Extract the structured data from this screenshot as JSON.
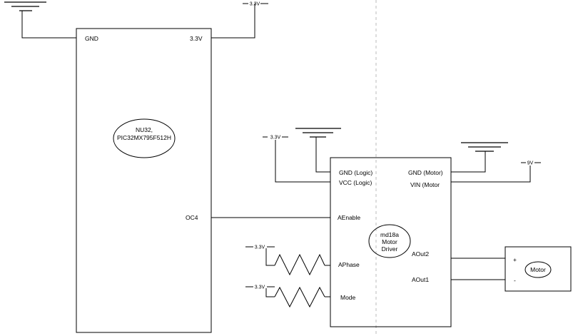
{
  "mcu": {
    "gnd_pin": "GND",
    "v33_pin": "3.3V",
    "oc4_pin": "OC4",
    "name_line1": "NU32,",
    "name_line2": "PIC32MX795F512H"
  },
  "driver": {
    "gnd_logic": "GND (Logic)",
    "vcc_logic": "VCC (Logic)",
    "gnd_motor": "GND (Motor)",
    "vin_motor": "VIN (Motor",
    "aenable": "AEnable",
    "aphase": "APhase",
    "mode": "Mode",
    "aout2": "AOut2",
    "aout1": "AOut1",
    "name_line1": "md18a",
    "name_line2": "Motor",
    "name_line3": "Driver"
  },
  "supplies": {
    "v33_top": "3.3V",
    "v33_logic": "3.3V",
    "v33_aphase": "3.3V",
    "v33_mode": "3.3V",
    "v9": "9V"
  },
  "motor": {
    "plus": "+",
    "minus": "-",
    "name": "Motor"
  }
}
